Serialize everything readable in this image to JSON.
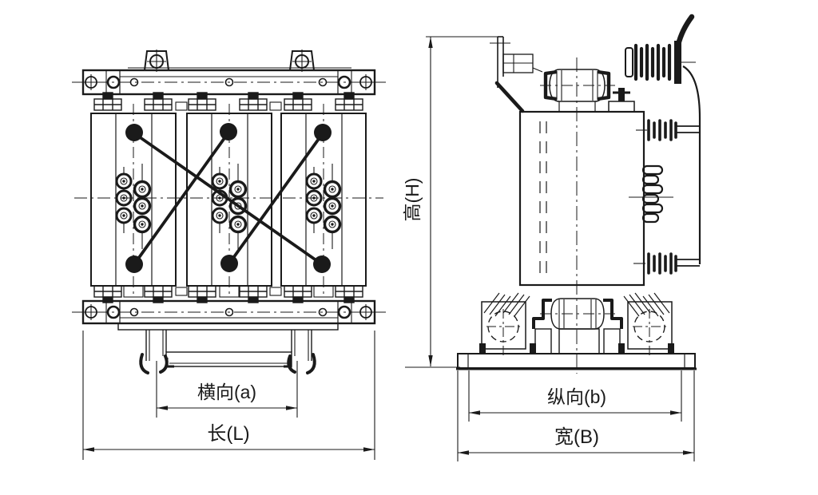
{
  "figure": {
    "background": "#ffffff",
    "line_color": "#1a1a1a"
  },
  "dimensions": {
    "transverse_a": "横向(a)",
    "length_L": "长(L)",
    "longitudinal_b": "纵向(b)",
    "width_B": "宽(B)",
    "height_H": "高(H)"
  }
}
